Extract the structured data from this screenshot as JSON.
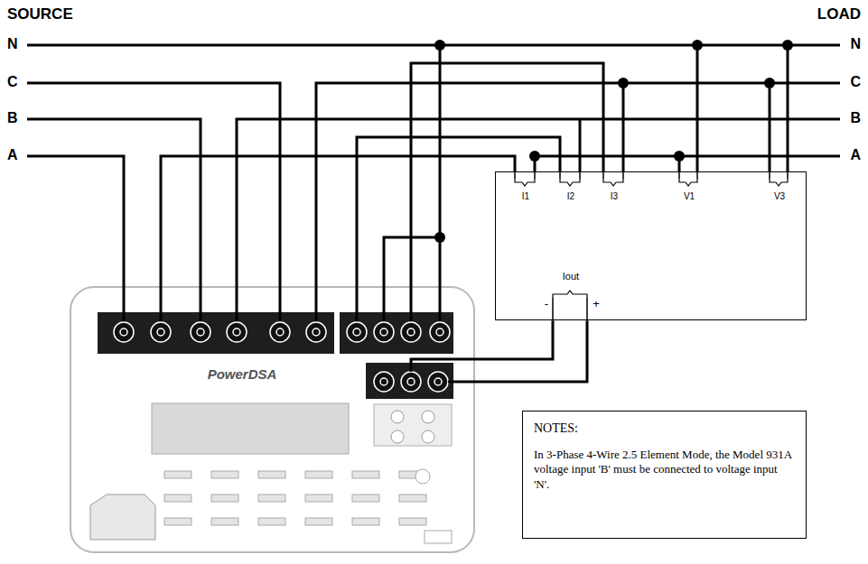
{
  "diagram": {
    "nodes": [
      {
        "text": [
          "I1",
          "I2",
          "I3",
          "V1",
          "V3",
          "Iout",
          "-",
          "+"
        ]
      },
      {
        "text": [
          "PowerDSA"
        ]
      },
      {
        "text": [
          "NOTES:",
          "In 3-Phase 4-Wire 2.5 Element Mode, the Model 931A voltage input 'B' must be connected to voltage input 'N'."
        ]
      }
    ],
    "edges": [
      {
        "from": 0,
        "to": 1,
        "arrow": "none"
      },
      {
        "from": 0,
        "to": 1,
        "arrow": "none"
      }
    ],
    "labels": [
      "SOURCE",
      "LOAD",
      "N",
      "C",
      "B",
      "A",
      "N",
      "C",
      "B",
      "A"
    ]
  }
}
